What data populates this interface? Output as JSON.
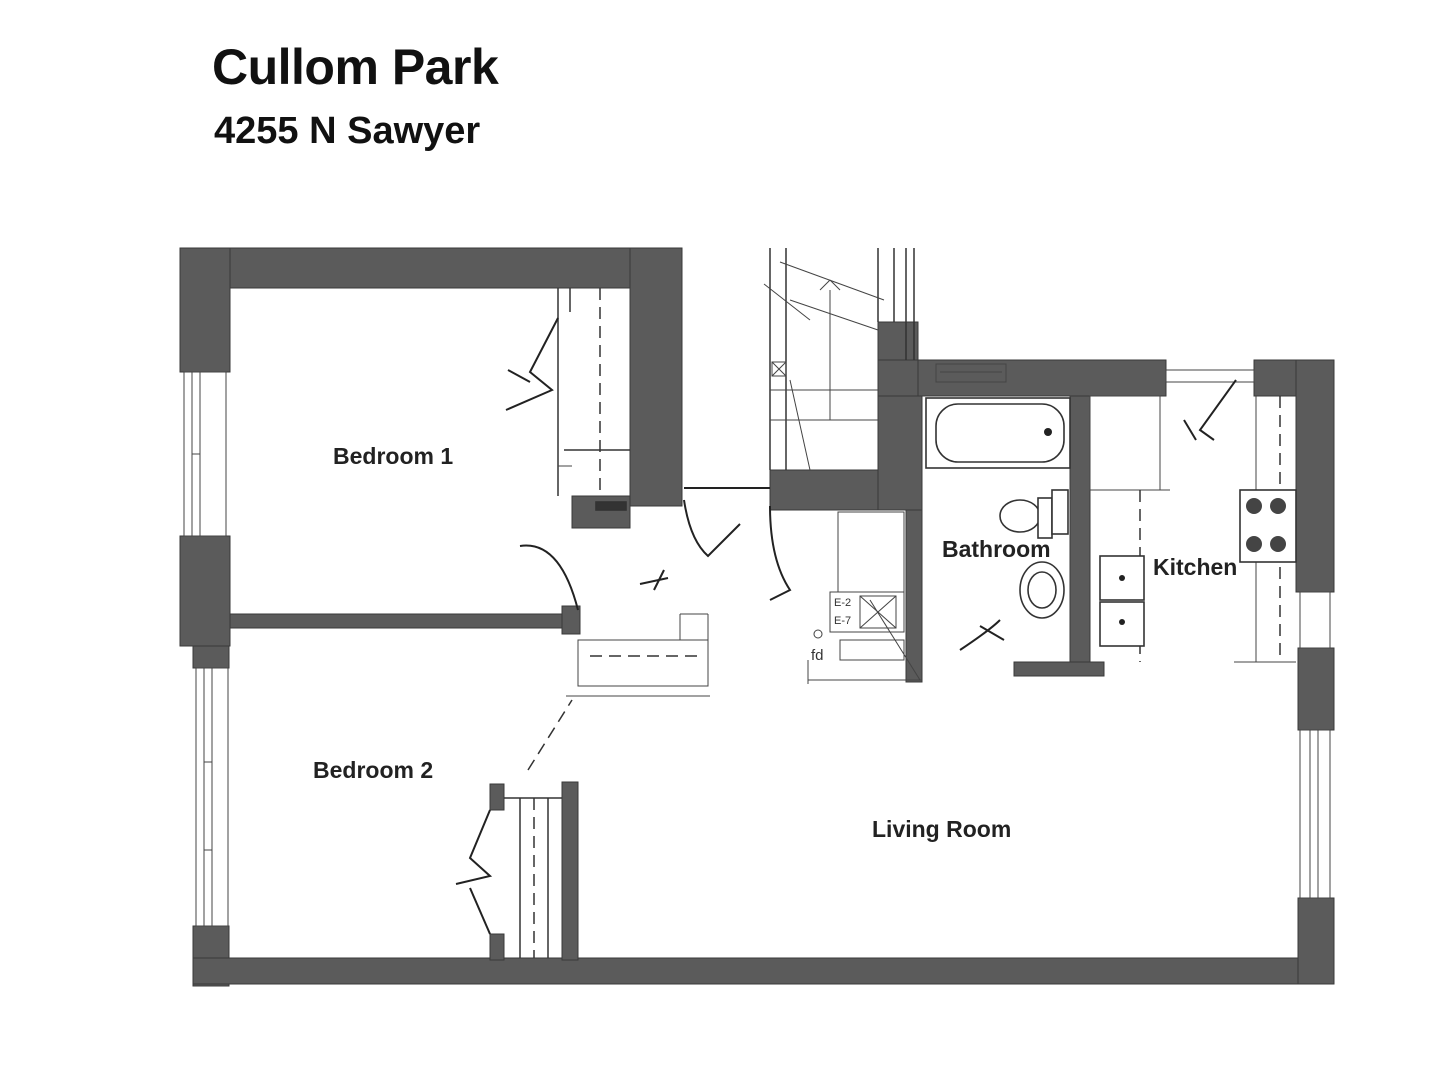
{
  "header": {
    "title": "Cullom Park",
    "address": "4255 N Sawyer"
  },
  "rooms": {
    "bedroom1": "Bedroom 1",
    "bedroom2": "Bedroom 2",
    "bathroom": "Bathroom",
    "kitchen": "Kitchen",
    "living": "Living Room"
  },
  "markers": {
    "floor_drain": "fd",
    "panel_a": "E-2",
    "panel_b": "E-7"
  },
  "colors": {
    "wall": "#5b5b5b",
    "line": "#333333",
    "background": "#ffffff"
  }
}
